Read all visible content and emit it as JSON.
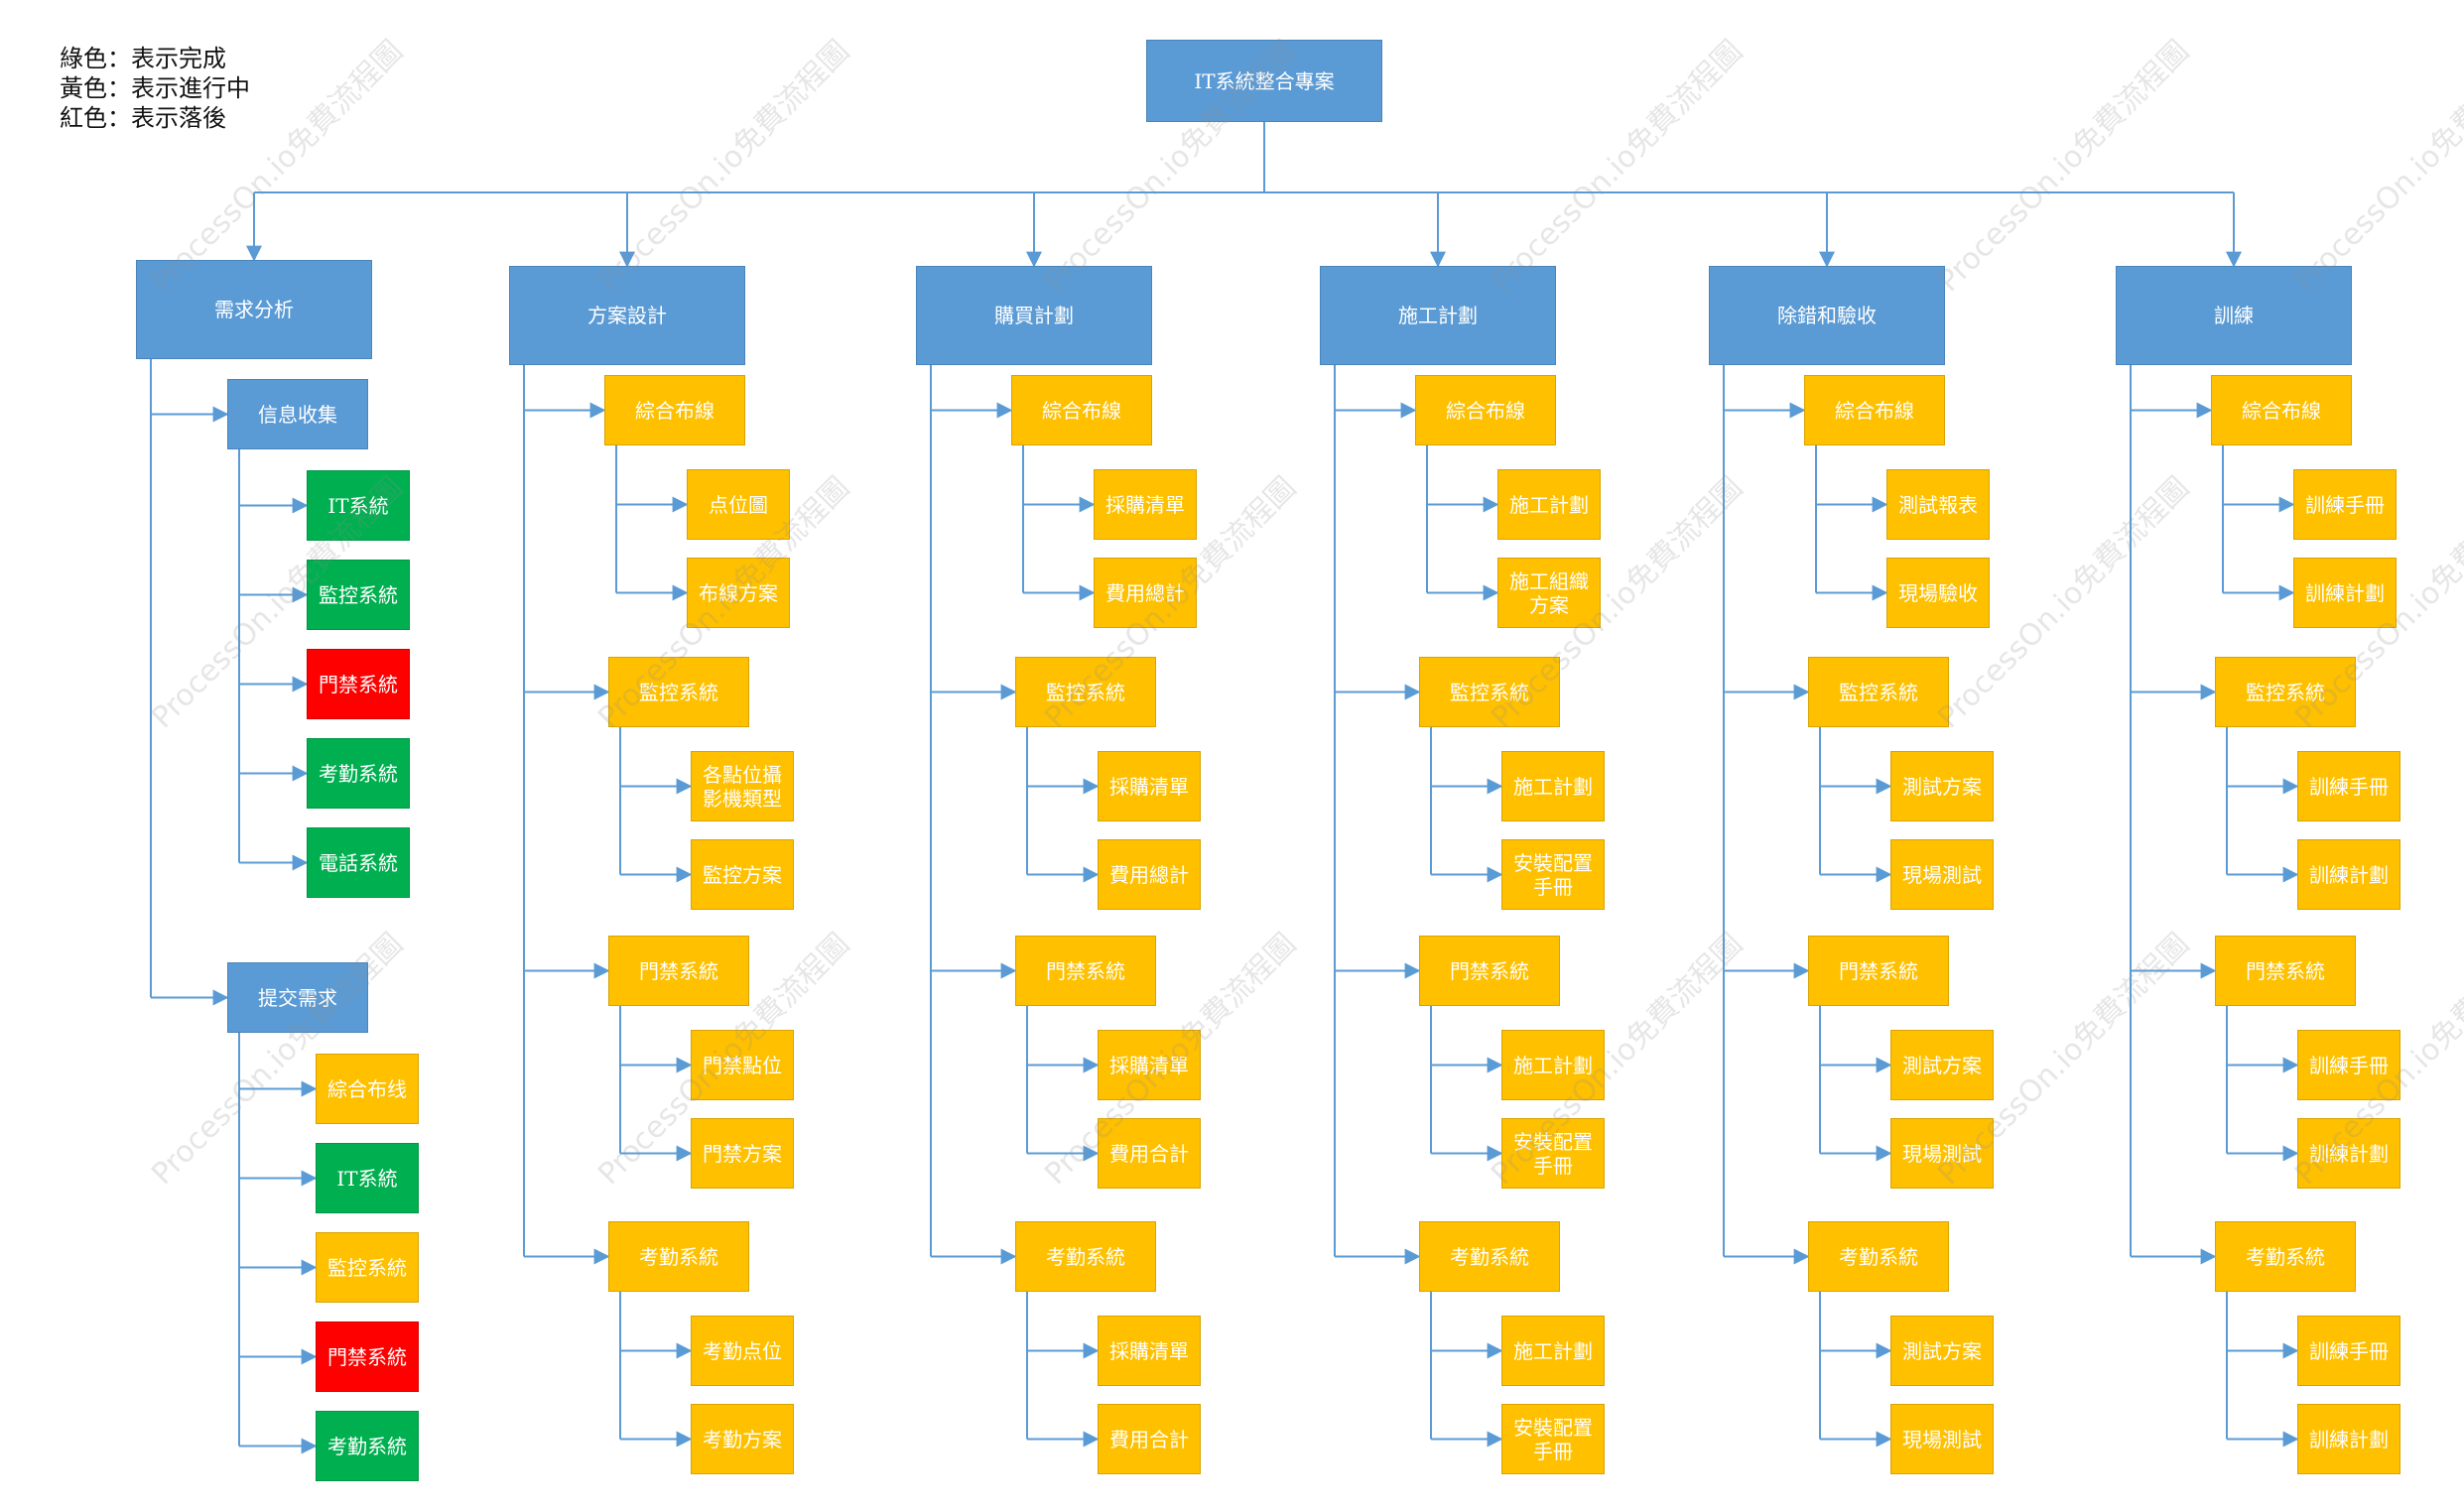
{
  "legend": [
    "綠色：表示完成",
    "黃色：表示進行中",
    "紅色：表示落後"
  ],
  "watermark_text": "ProcessOn.io免費流程圖",
  "colors": {
    "blue": "#5b9bd5",
    "yellow": "#ffc000",
    "green": "#00b050",
    "red": "#ff0000",
    "connector": "#5b9bd5"
  },
  "root": {
    "label": "IT系統整合專案",
    "color": "blue"
  },
  "branches": [
    {
      "label": "需求分析",
      "color": "blue",
      "groups": [
        {
          "label": "信息收集",
          "color": "blue",
          "items": [
            {
              "label": "IT系統",
              "color": "green"
            },
            {
              "label": "監控系統",
              "color": "green"
            },
            {
              "label": "門禁系統",
              "color": "red"
            },
            {
              "label": "考勤系統",
              "color": "green"
            },
            {
              "label": "電話系統",
              "color": "green"
            }
          ]
        },
        {
          "label": "提交需求",
          "color": "blue",
          "items": [
            {
              "label": "綜合布线",
              "color": "yellow"
            },
            {
              "label": "IT系統",
              "color": "green"
            },
            {
              "label": "監控系統",
              "color": "yellow"
            },
            {
              "label": "門禁系統",
              "color": "red"
            },
            {
              "label": "考勤系統",
              "color": "green"
            }
          ]
        }
      ]
    },
    {
      "label": "方案設計",
      "color": "blue",
      "groups": [
        {
          "label": "綜合布線",
          "color": "yellow",
          "items": [
            {
              "label": "点位圖",
              "color": "yellow"
            },
            {
              "label": "布線方案",
              "color": "yellow"
            }
          ]
        },
        {
          "label": "監控系統",
          "color": "yellow",
          "items": [
            {
              "label": "各點位攝影機類型",
              "color": "yellow"
            },
            {
              "label": "監控方案",
              "color": "yellow"
            }
          ]
        },
        {
          "label": "門禁系統",
          "color": "yellow",
          "items": [
            {
              "label": "門禁點位",
              "color": "yellow"
            },
            {
              "label": "門禁方案",
              "color": "yellow"
            }
          ]
        },
        {
          "label": "考勤系統",
          "color": "yellow",
          "items": [
            {
              "label": "考勤点位",
              "color": "yellow"
            },
            {
              "label": "考勤方案",
              "color": "yellow"
            }
          ]
        }
      ]
    },
    {
      "label": "購買計劃",
      "color": "blue",
      "groups": [
        {
          "label": "綜合布線",
          "color": "yellow",
          "items": [
            {
              "label": "採購清單",
              "color": "yellow"
            },
            {
              "label": "費用總計",
              "color": "yellow"
            }
          ]
        },
        {
          "label": "監控系統",
          "color": "yellow",
          "items": [
            {
              "label": "採購清單",
              "color": "yellow"
            },
            {
              "label": "費用總計",
              "color": "yellow"
            }
          ]
        },
        {
          "label": "門禁系統",
          "color": "yellow",
          "items": [
            {
              "label": "採購清單",
              "color": "yellow"
            },
            {
              "label": "費用合計",
              "color": "yellow"
            }
          ]
        },
        {
          "label": "考勤系統",
          "color": "yellow",
          "items": [
            {
              "label": "採購清單",
              "color": "yellow"
            },
            {
              "label": "費用合計",
              "color": "yellow"
            }
          ]
        }
      ]
    },
    {
      "label": "施工計劃",
      "color": "blue",
      "groups": [
        {
          "label": "綜合布線",
          "color": "yellow",
          "items": [
            {
              "label": "施工計劃",
              "color": "yellow"
            },
            {
              "label": "施工組織方案",
              "color": "yellow"
            }
          ]
        },
        {
          "label": "監控系統",
          "color": "yellow",
          "items": [
            {
              "label": "施工計劃",
              "color": "yellow"
            },
            {
              "label": "安裝配置手冊",
              "color": "yellow"
            }
          ]
        },
        {
          "label": "門禁系統",
          "color": "yellow",
          "items": [
            {
              "label": "施工計劃",
              "color": "yellow"
            },
            {
              "label": "安裝配置手冊",
              "color": "yellow"
            }
          ]
        },
        {
          "label": "考勤系統",
          "color": "yellow",
          "items": [
            {
              "label": "施工計劃",
              "color": "yellow"
            },
            {
              "label": "安裝配置手冊",
              "color": "yellow"
            }
          ]
        }
      ]
    },
    {
      "label": "除錯和驗收",
      "color": "blue",
      "groups": [
        {
          "label": "綜合布線",
          "color": "yellow",
          "items": [
            {
              "label": "測試報表",
              "color": "yellow"
            },
            {
              "label": "現場驗收",
              "color": "yellow"
            }
          ]
        },
        {
          "label": "監控系統",
          "color": "yellow",
          "items": [
            {
              "label": "測試方案",
              "color": "yellow"
            },
            {
              "label": "現場測試",
              "color": "yellow"
            }
          ]
        },
        {
          "label": "門禁系統",
          "color": "yellow",
          "items": [
            {
              "label": "測試方案",
              "color": "yellow"
            },
            {
              "label": "現場測試",
              "color": "yellow"
            }
          ]
        },
        {
          "label": "考勤系統",
          "color": "yellow",
          "items": [
            {
              "label": "測試方案",
              "color": "yellow"
            },
            {
              "label": "現場測試",
              "color": "yellow"
            }
          ]
        }
      ]
    },
    {
      "label": "訓練",
      "color": "blue",
      "groups": [
        {
          "label": "綜合布線",
          "color": "yellow",
          "items": [
            {
              "label": "訓練手冊",
              "color": "yellow"
            },
            {
              "label": "訓練計劃",
              "color": "yellow"
            }
          ]
        },
        {
          "label": "監控系統",
          "color": "yellow",
          "items": [
            {
              "label": "訓練手冊",
              "color": "yellow"
            },
            {
              "label": "訓練計劃",
              "color": "yellow"
            }
          ]
        },
        {
          "label": "門禁系統",
          "color": "yellow",
          "items": [
            {
              "label": "訓練手冊",
              "color": "yellow"
            },
            {
              "label": "訓練計劃",
              "color": "yellow"
            }
          ]
        },
        {
          "label": "考勤系統",
          "color": "yellow",
          "items": [
            {
              "label": "訓練手冊",
              "color": "yellow"
            },
            {
              "label": "訓練計劃",
              "color": "yellow"
            }
          ]
        }
      ]
    }
  ]
}
